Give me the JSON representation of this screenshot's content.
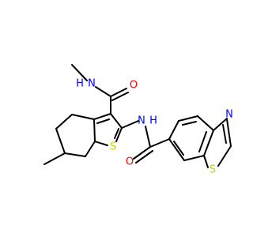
{
  "molecule": {
    "atom_labels": {
      "amide_oxygen_top": "O",
      "amide_nitrogen_top": "N",
      "amide_hydrogen_top": "H",
      "amide_nitrogen_middle": "N",
      "amide_hydrogen_middle": "H",
      "thiophene_sulfur": "S",
      "amide_oxygen_bottom": "O",
      "thiazole_nitrogen": "N",
      "thiazole_sulfur": "S"
    }
  },
  "colors": {
    "bond": "#000000",
    "oxygen": "#ff0000",
    "nitrogen": "#0000ff",
    "sulfur": "#cccc00"
  }
}
